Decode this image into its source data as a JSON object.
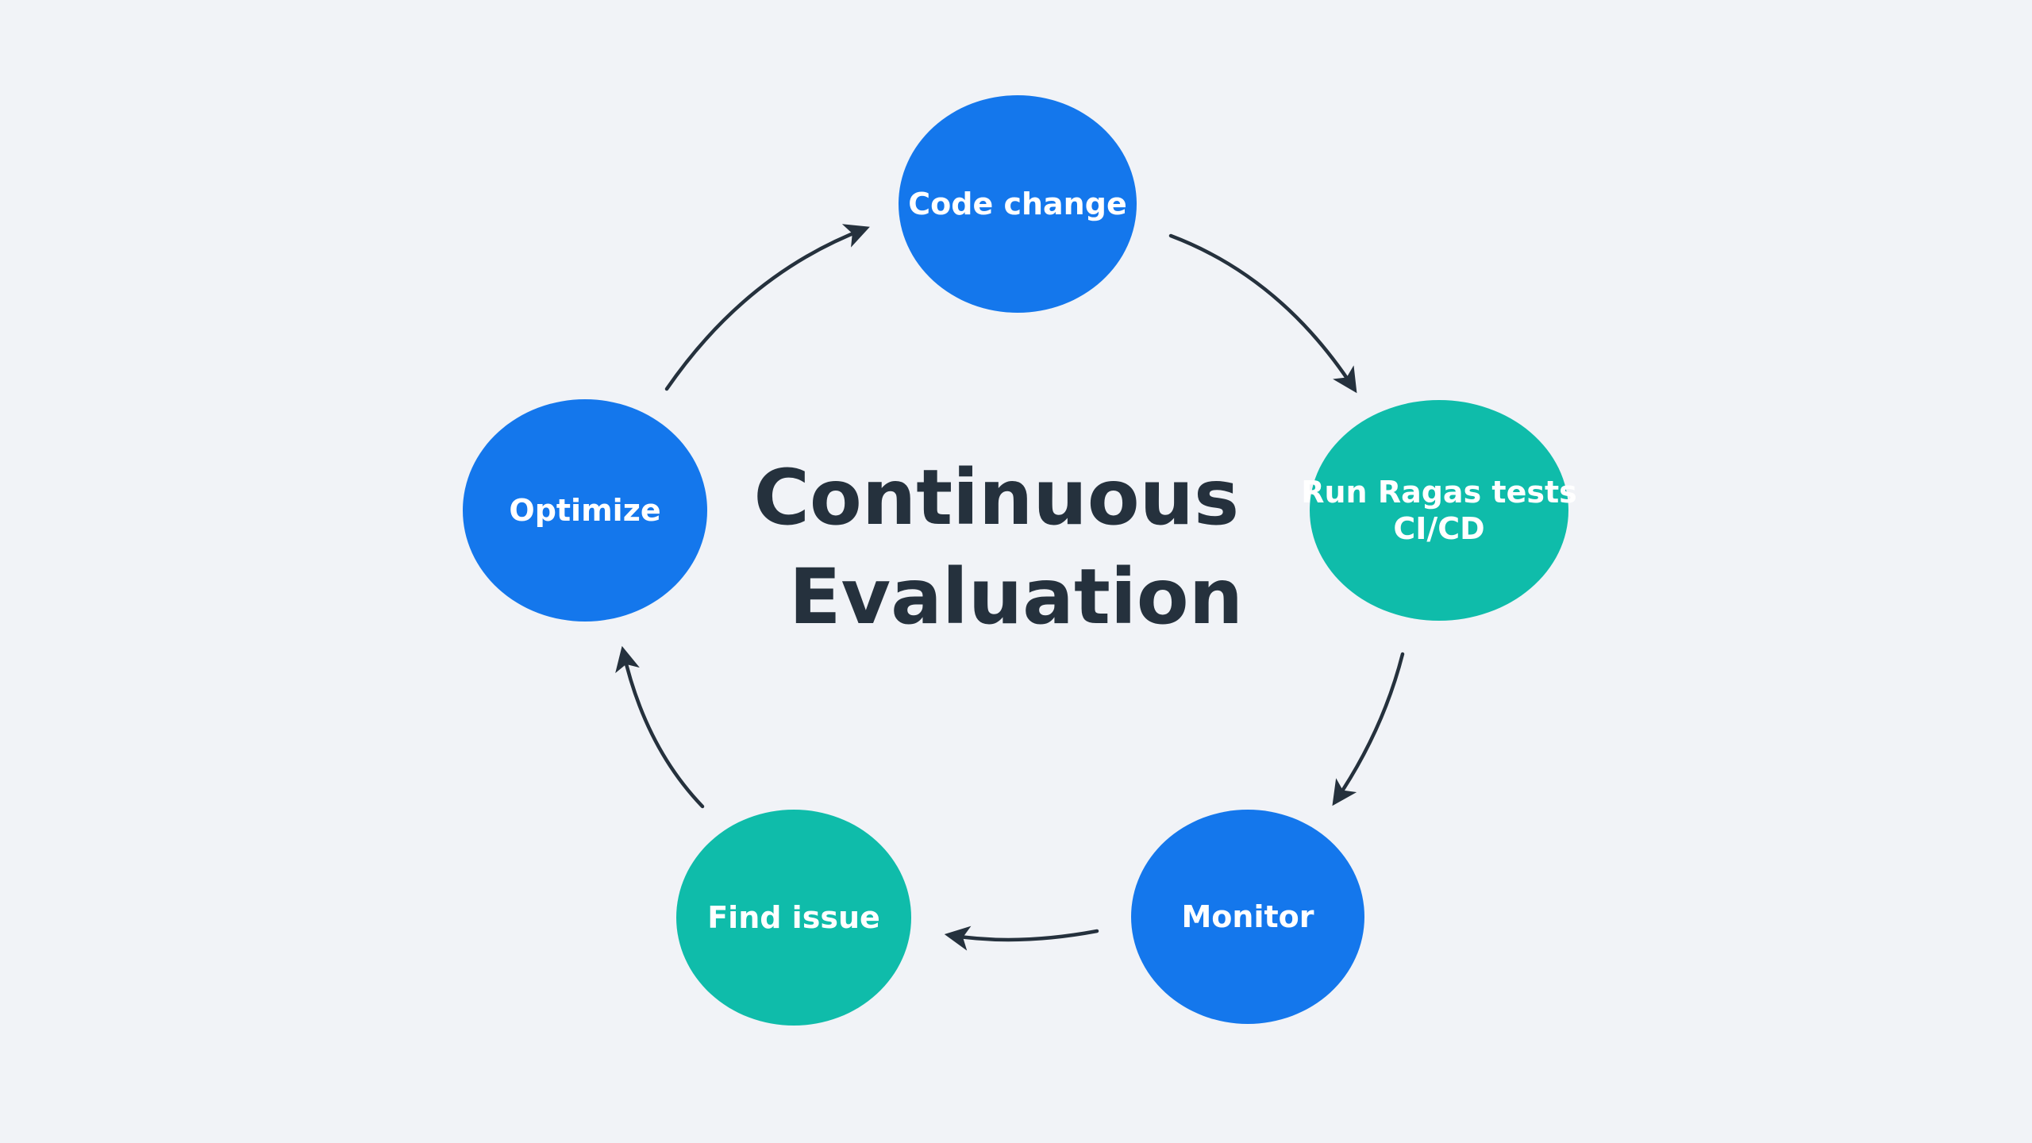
{
  "title": {
    "lines": [
      "Continuous",
      "Evaluation"
    ]
  },
  "colors": {
    "background": "#f1f3f7",
    "blue": "#1477ec",
    "teal": "#0fbcaa",
    "text_dark": "#25313d",
    "arrow": "#25313d"
  },
  "nodes": [
    {
      "id": "code-change",
      "lines": [
        "Code change"
      ],
      "color": "blue"
    },
    {
      "id": "run-ragas-tests",
      "lines": [
        "Run Ragas tests",
        "CI/CD"
      ],
      "color": "teal"
    },
    {
      "id": "monitor",
      "lines": [
        "Monitor"
      ],
      "color": "blue"
    },
    {
      "id": "find-issue",
      "lines": [
        "Find issue"
      ],
      "color": "teal"
    },
    {
      "id": "optimize",
      "lines": [
        "Optimize"
      ],
      "color": "blue"
    }
  ],
  "edges": [
    {
      "from": "code-change",
      "to": "run-ragas-tests"
    },
    {
      "from": "run-ragas-tests",
      "to": "monitor"
    },
    {
      "from": "monitor",
      "to": "find-issue"
    },
    {
      "from": "find-issue",
      "to": "optimize"
    },
    {
      "from": "optimize",
      "to": "code-change"
    }
  ]
}
